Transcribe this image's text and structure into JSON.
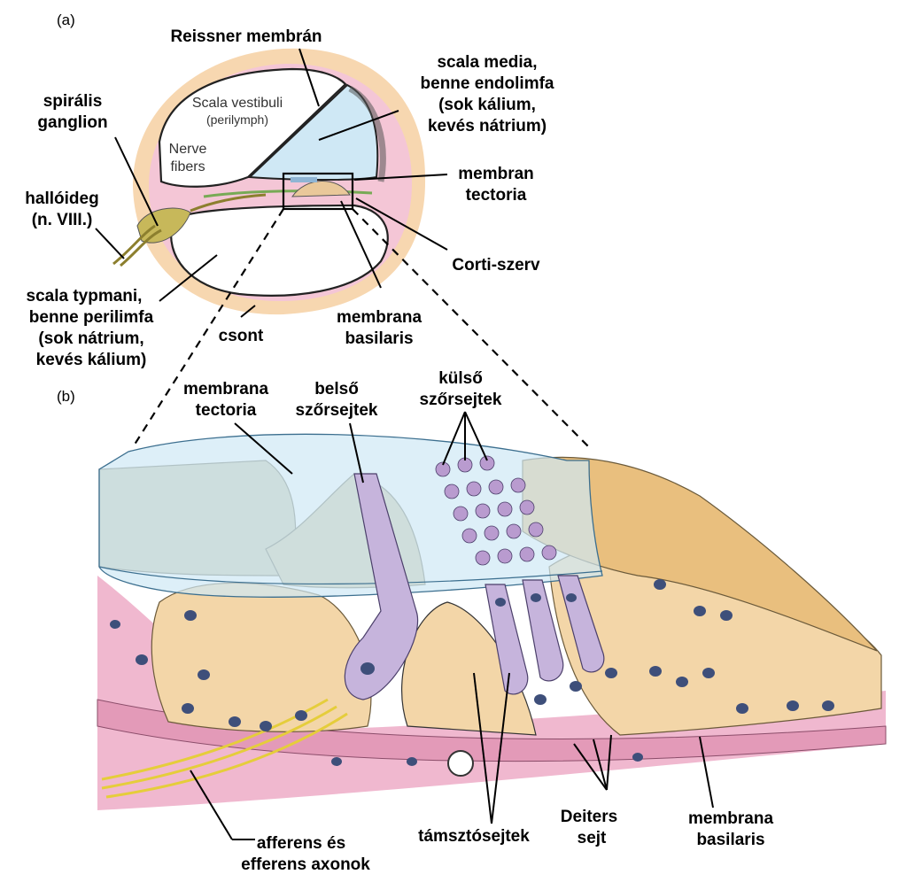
{
  "panels": {
    "a": "(a)",
    "b": "(b)"
  },
  "inner_labels": {
    "scala_vestibuli": [
      "Scala vestibuli",
      "(perilymph)"
    ],
    "nerve_fibers": [
      "Nerve",
      "fibers"
    ]
  },
  "labels_a": {
    "reissner": [
      "Reissner membrán"
    ],
    "scala_media": [
      "scala media,",
      "benne endolimfa",
      "(sok kálium,",
      "kevés nátrium)"
    ],
    "spiral_ganglion": [
      "spirális",
      "ganglion"
    ],
    "membran_tectoria": [
      "membran",
      "tectoria"
    ],
    "hallo_ideg": [
      "hallóideg",
      "(n. VIII.)"
    ],
    "corti": [
      "Corti-szerv"
    ],
    "scala_tympani": [
      "scala typmani,",
      "benne perilimfa",
      "(sok nátrium,",
      "kevés kálium)"
    ],
    "membrana_basilaris": [
      "membrana",
      "basilaris"
    ],
    "csont": [
      "csont"
    ]
  },
  "labels_b": {
    "membrana_tectoria": [
      "membrana",
      "tectoria"
    ],
    "belso": [
      "belső",
      "szőrsejtek"
    ],
    "kulso": [
      "külső",
      "szőrsejtek"
    ],
    "axons": [
      "afferens és",
      "efferens axonok"
    ],
    "tamszto": [
      "támsztósejtek"
    ],
    "deiters": [
      "Deiters",
      "sejt"
    ],
    "membrana_basilaris": [
      "membrana",
      "basilaris"
    ]
  },
  "colors": {
    "bone": "#f7d7b0",
    "pink_tissue": "#f0b8cf",
    "endolymph": "#cfe8f5",
    "tan_cell": "#f3d6a8",
    "tan_dark": "#c8b08a",
    "purple_hair": "#c6b4dc",
    "nucleus": "#3e4f7a",
    "nerve_yellow": "#f4e26a",
    "gray_green": "#c9c6a8"
  }
}
